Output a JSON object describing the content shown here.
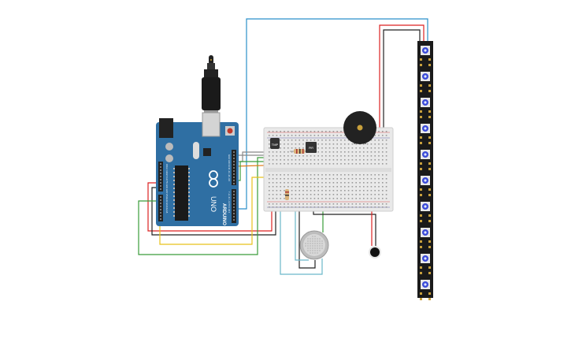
{
  "arduino": {
    "brand": "ARDUINO",
    "model": "UNO",
    "header_top": "AREF GND 13 12 ~11 ~10 ~9 8",
    "header_bottom": "7 ~6 ~5 4 ~3 2 TX 1 RX 0",
    "power_header": "IOREF RESET 3.3V 5V GND GND VIN",
    "analog_header": "A0 A1 A2 A3 A4 A5",
    "board_color": "#2f6fa3"
  },
  "breadboard": {
    "tmp_label": "TMP",
    "pir_label": "PIR"
  },
  "wire_colors": {
    "blue": "#2b8fc9",
    "red": "#d22",
    "black": "#222",
    "green": "#3a9c3a",
    "yellow": "#e8c21a",
    "orange": "#e07a16",
    "gray": "#888",
    "cyan": "#6ab8c9"
  },
  "components": {
    "buzzer": "buzzer-icon",
    "gas_sensor": "gas-sensor-icon",
    "microphone": "microphone-icon",
    "led_strip": "neopixel-strip-icon",
    "usb": "usb-cable-icon"
  }
}
